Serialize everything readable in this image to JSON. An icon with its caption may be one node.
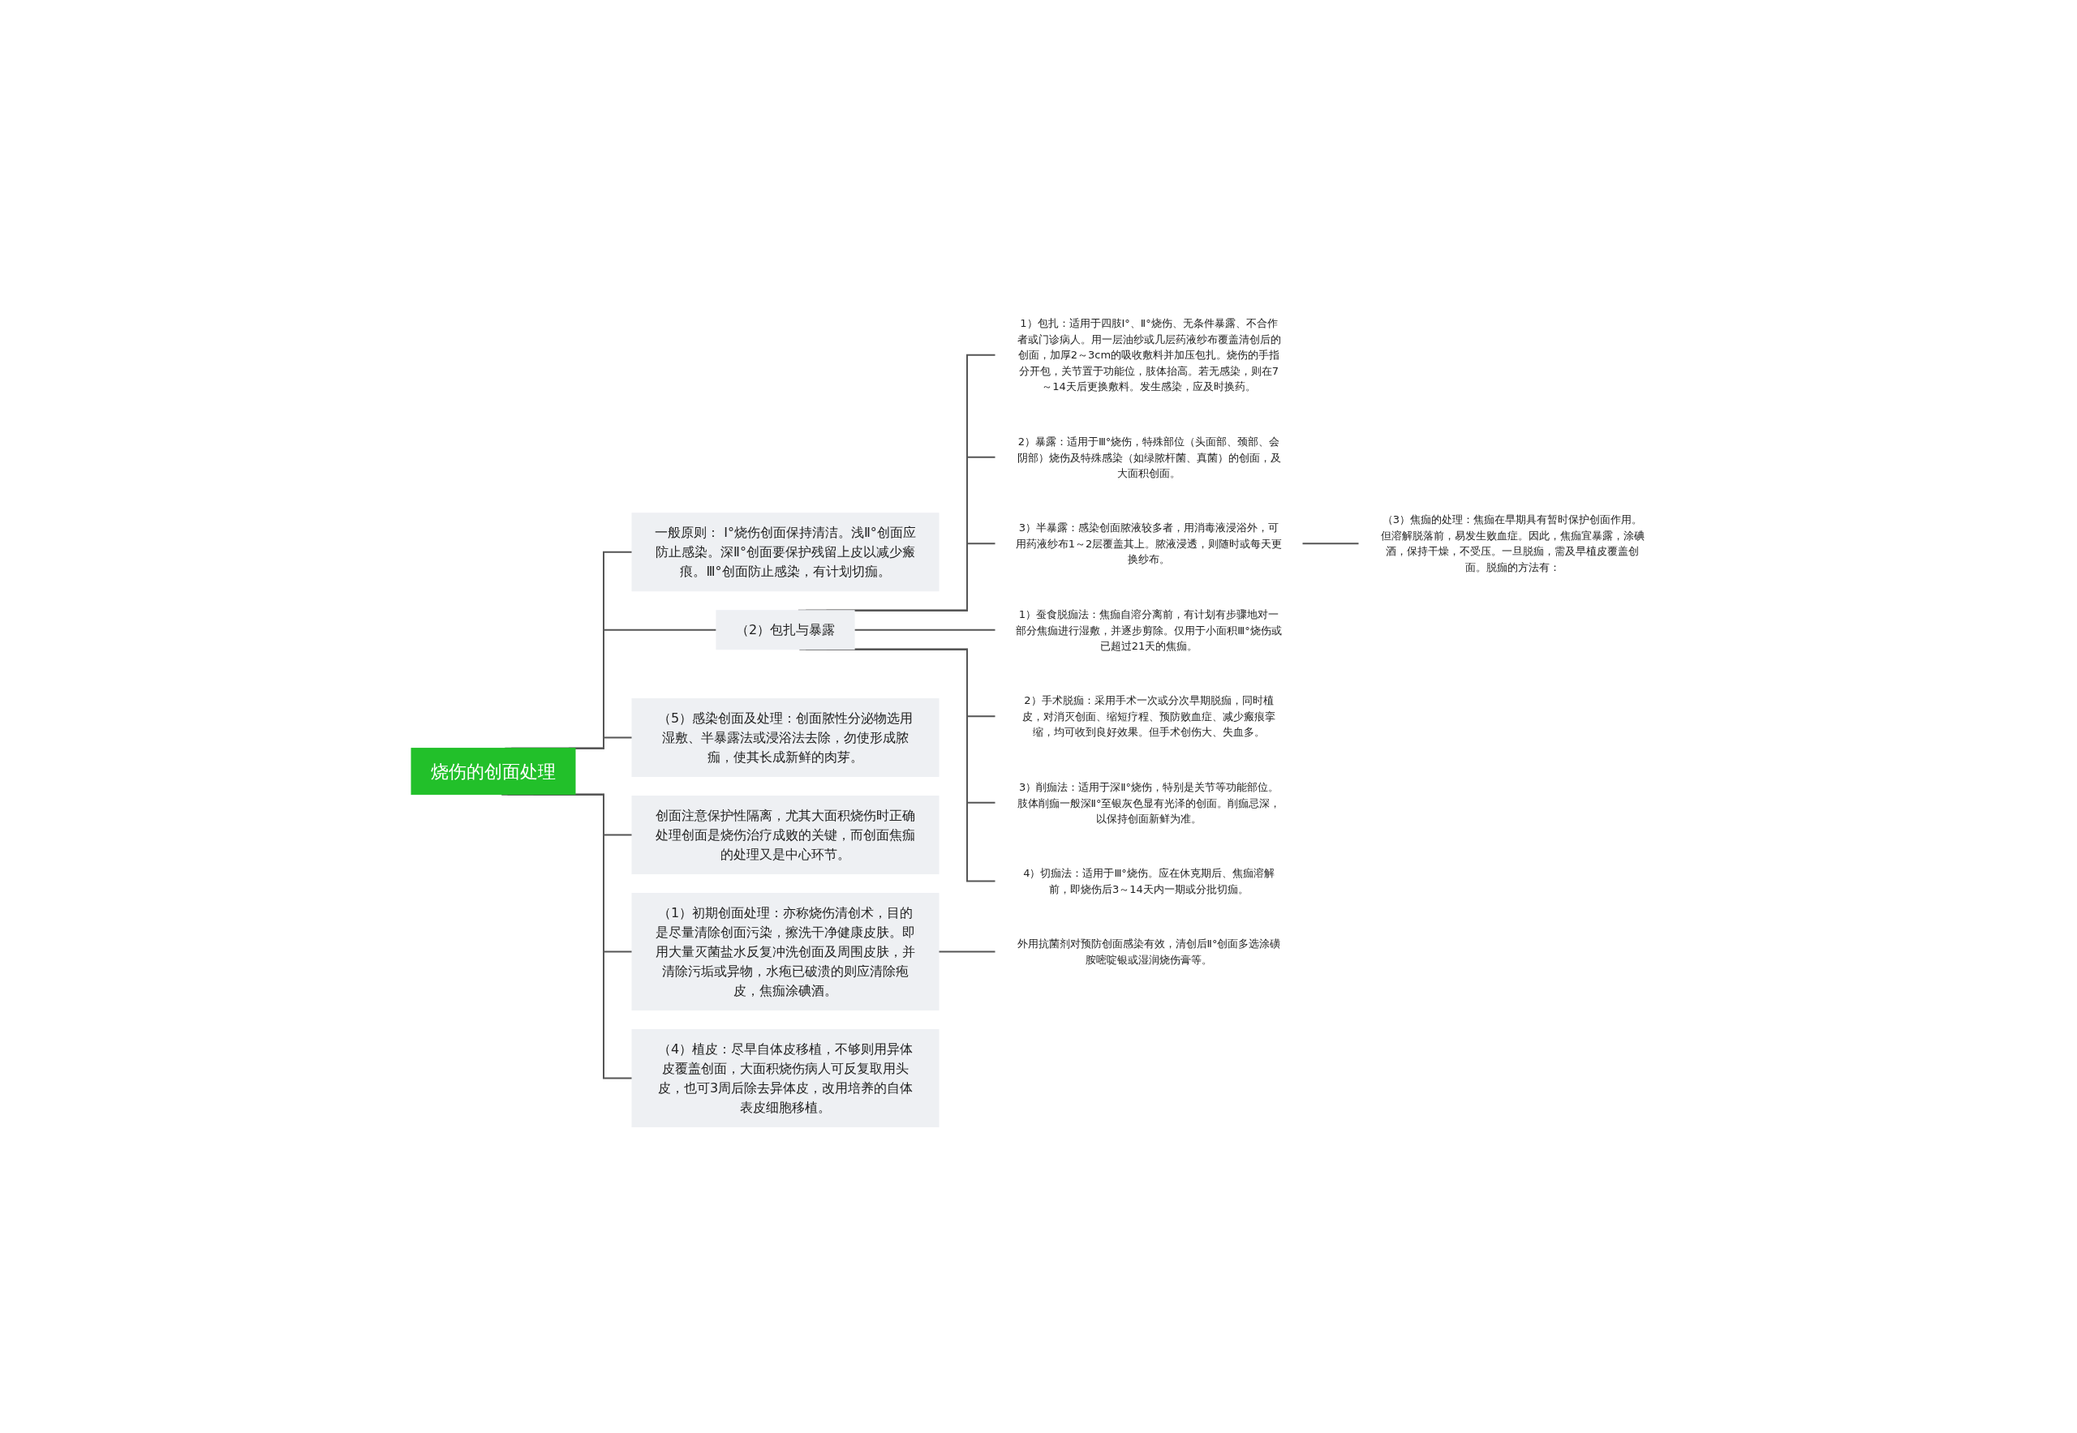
{
  "diagram": {
    "nodes": [
      {
        "text": [
          "一般原则： Ⅰ°烧伤创面保持清洁。浅Ⅱ°创面应防止感染。深Ⅱ°创面要保护残留上皮以减少瘢痕。Ⅲ°创面防止感染，有计划切痂。"
        ]
      },
      {
        "text": [
          "（3）焦痂的处理：焦痂在早期具有暂时保护创面作用。但溶解脱落前，易发生败血症。因此，焦痂宜暴露，涂碘酒，保持干燥，不受压。一旦脱痂，需及早植皮覆盖创面。脱痂的方法有："
        ]
      },
      {
        "text": [
          "1）包扎：适用于四肢Ⅰ°、Ⅱ°烧伤、无条件暴露、不合作者或门诊病人。用一层油纱或几层药液纱布覆盖清创后的创面，加厚2～3cm的吸收敷料并加压包扎。烧伤的手指分开包，关节置于功能位，肢体抬高。若无感染，则在7～14天后更换敷料。发生感染，应及时换药。"
        ]
      },
      {
        "text": [
          "2）暴露：适用于Ⅲ°烧伤，特殊部位（头面部、颈部、会阴部）烧伤及特殊感染（如绿脓杆菌、真菌）的创面，及大面积创面。"
        ]
      },
      {
        "text": [
          "3）半暴露：感染创面脓液较多者，用消毒液浸浴外，可用药液纱布1～2层覆盖其上。脓液浸透，则随时或每天更换纱布。"
        ]
      },
      {
        "text": [
          "1）蚕食脱痂法：焦痂自溶分离前，有计划有步骤地对一部分焦痂进行湿敷，并逐步剪除。仅用于小面积Ⅲ°烧伤或已超过21天的焦痂。"
        ]
      },
      {
        "text": [
          "2）手术脱痂：采用手术一次或分次早期脱痂，同时植皮，对消灭创面、缩短疗程、预防败血症、减少瘢痕挛缩，均可收到良好效果。但手术创伤大、失血多。"
        ]
      },
      {
        "text": [
          "3）削痂法：适用于深Ⅱ°烧伤，特别是关节等功能部位。肢体削痂一般深Ⅱ°至银灰色显有光泽的创面。削痂忌深，以保持创面新鲜为准。"
        ]
      },
      {
        "text": [
          "4）切痂法：适用于Ⅲ°烧伤。应在休克期后、焦痂溶解前，即烧伤后3～14天内一期或分批切痂。"
        ]
      },
      {
        "text": [
          "（2）包扎与暴露"
        ]
      },
      {
        "text": [
          "（5）感染创面及处理：创面脓性分泌物选用湿敷、半暴露法或浸浴法去除，勿使形成脓痂，使其长成新鲜的肉芽。"
        ]
      },
      {
        "text": [
          "烧伤的创面处理"
        ]
      },
      {
        "text": [
          "创面注意保护性隔离，尤其大面积烧伤时正确处理创面是烧伤治疗成败的关键，而创面焦痂的处理又是中心环节。"
        ]
      },
      {
        "text": [
          "（1）初期创面处理：亦称烧伤清创术，目的是尽量清除创面污染，擦洗干净健康皮肤。即用大量灭菌盐水反复冲洗创面及周围皮肤，并清除污垢或异物，水疱已破溃的则应清除疱皮，焦痂涂碘酒。"
        ]
      },
      {
        "text": [
          "外用抗菌剂对预防创面感染有效，清创后Ⅱ°创面多选涂磺胺嘧啶银或湿润烧伤膏等。"
        ]
      },
      {
        "text": [
          "（4）植皮：尽早自体皮移植，不够则用异体皮覆盖创面，大面积烧伤病人可反复取用头皮，也可3周后除去异体皮，改用培养的自体表皮细胞移植。"
        ]
      }
    ],
    "edges": [
      {
        "from": 11,
        "to": 0,
        "arrow": "none"
      },
      {
        "from": 11,
        "to": 9,
        "arrow": "none"
      },
      {
        "from": 9,
        "to": 2,
        "arrow": "none"
      },
      {
        "from": 9,
        "to": 3,
        "arrow": "none"
      },
      {
        "from": 9,
        "to": 4,
        "arrow": "none"
      },
      {
        "from": 4,
        "to": 1,
        "arrow": "none"
      },
      {
        "from": 9,
        "to": 5,
        "arrow": "none"
      },
      {
        "from": 9,
        "to": 6,
        "arrow": "none"
      },
      {
        "from": 9,
        "to": 7,
        "arrow": "none"
      },
      {
        "from": 9,
        "to": 8,
        "arrow": "none"
      },
      {
        "from": 11,
        "to": 10,
        "arrow": "none"
      },
      {
        "from": 11,
        "to": 12,
        "arrow": "none"
      },
      {
        "from": 11,
        "to": 13,
        "arrow": "none"
      },
      {
        "from": 13,
        "to": 14,
        "arrow": "none"
      },
      {
        "from": 11,
        "to": 15,
        "arrow": "none"
      }
    ]
  }
}
